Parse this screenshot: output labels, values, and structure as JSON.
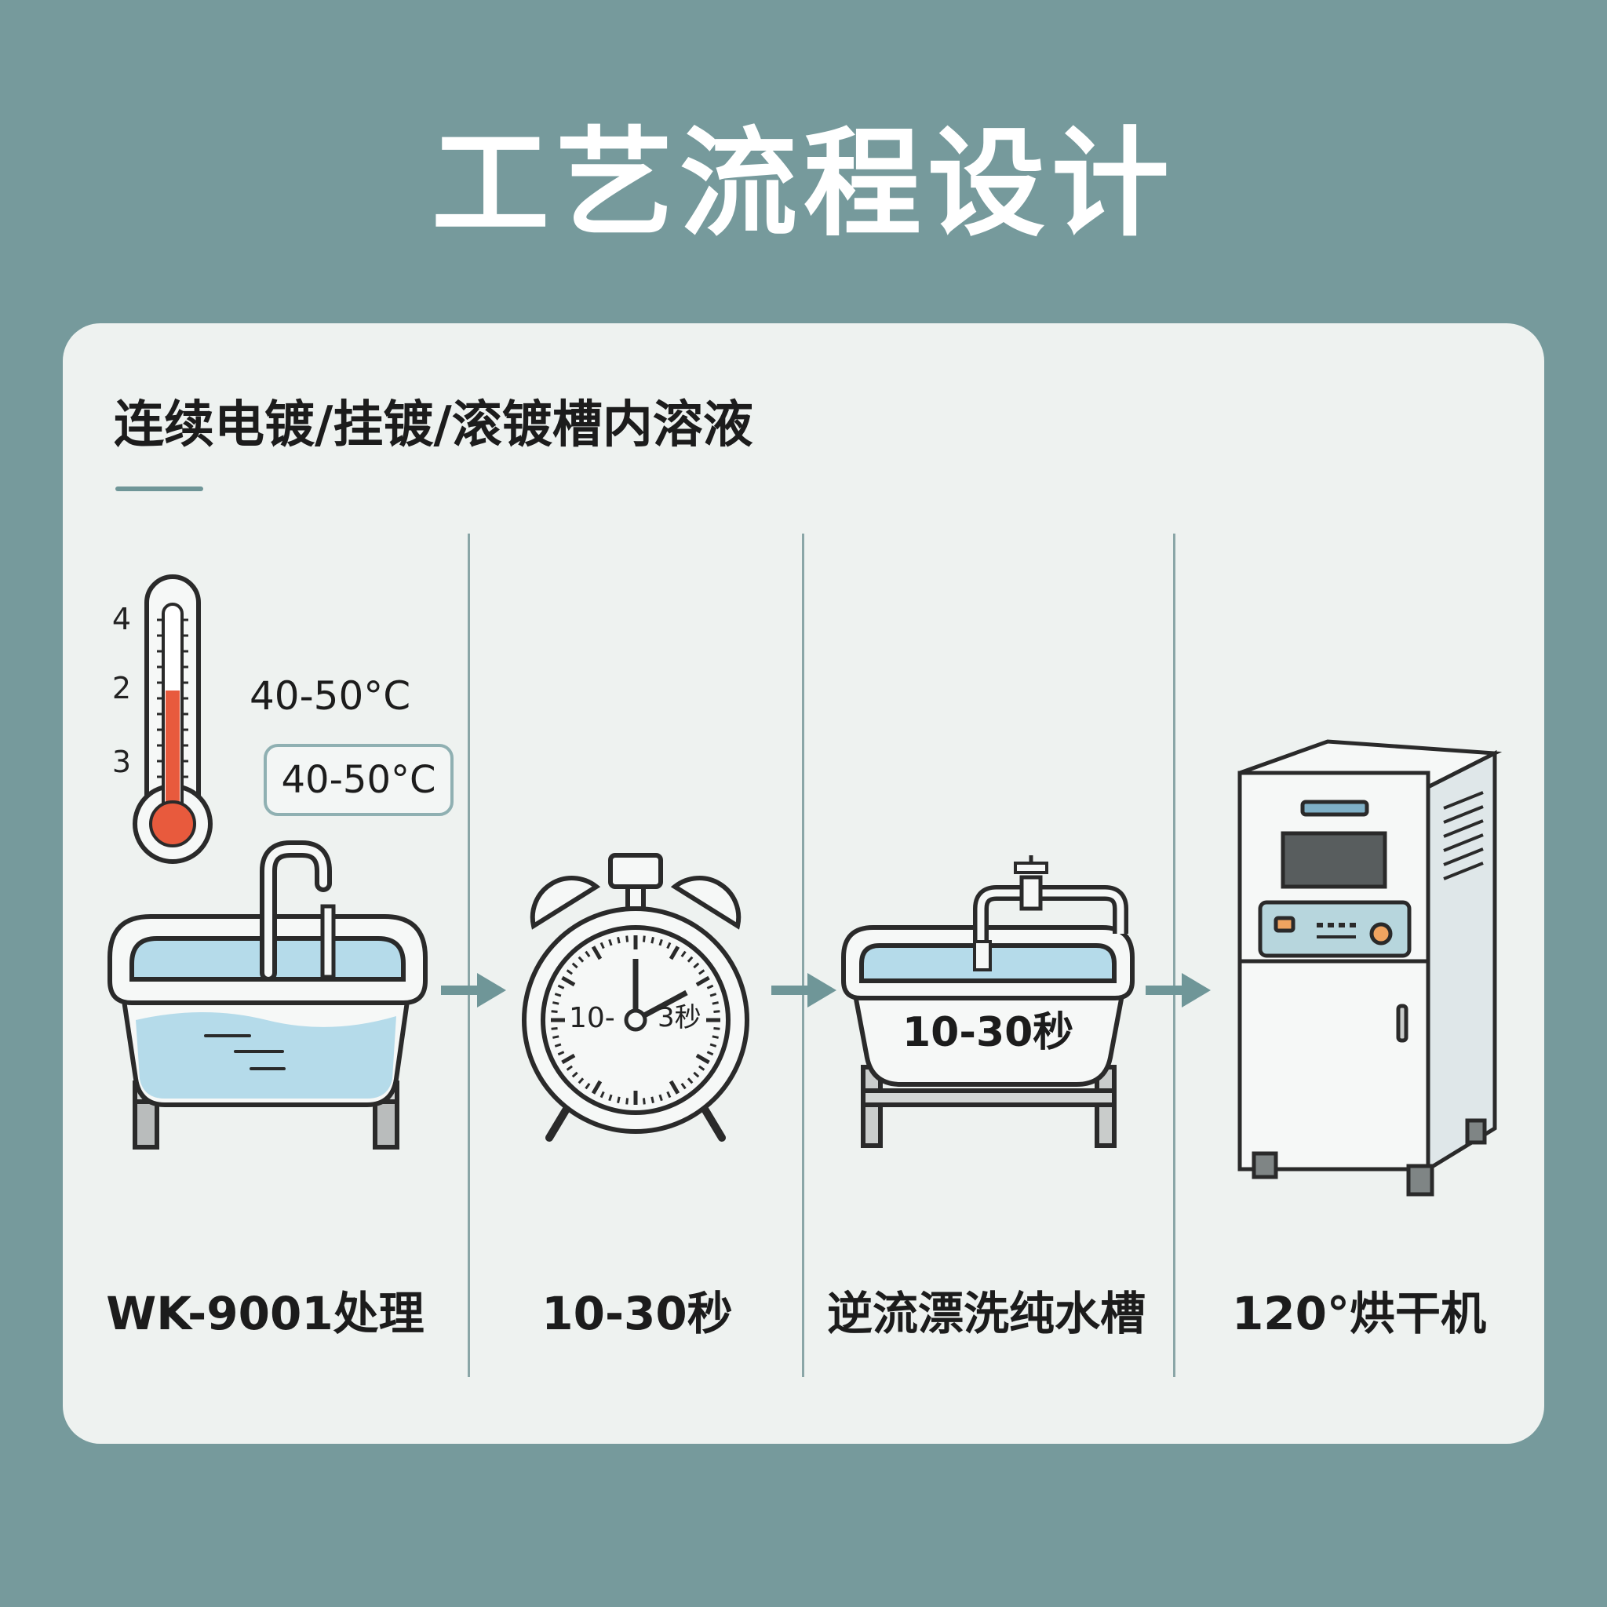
{
  "title": "工艺流程设计",
  "subtitle": "连续电镀/挂镀/滚镀槽内溶液",
  "thermometer": {
    "scale_labels": [
      "4",
      "2",
      "3"
    ],
    "temp_text": "40-50°C",
    "temp_badge": "40-50°C"
  },
  "clock": {
    "left_label": "10-",
    "right_label": "3秒"
  },
  "rinse_tank": {
    "label": "10-30秒"
  },
  "steps": [
    {
      "label": "WK-9001处理",
      "icon": "plating-tank-icon"
    },
    {
      "label": "10-30秒",
      "icon": "alarm-clock-icon"
    },
    {
      "label": "逆流漂洗纯水槽",
      "icon": "rinse-tank-icon"
    },
    {
      "label": "120°烘干机",
      "icon": "dryer-machine-icon"
    }
  ],
  "colors": {
    "background": "#769a9c",
    "card": "#eef2f0",
    "accent": "#6f9698",
    "water": "#b5dbea",
    "thermometer_red": "#e85a3d"
  }
}
